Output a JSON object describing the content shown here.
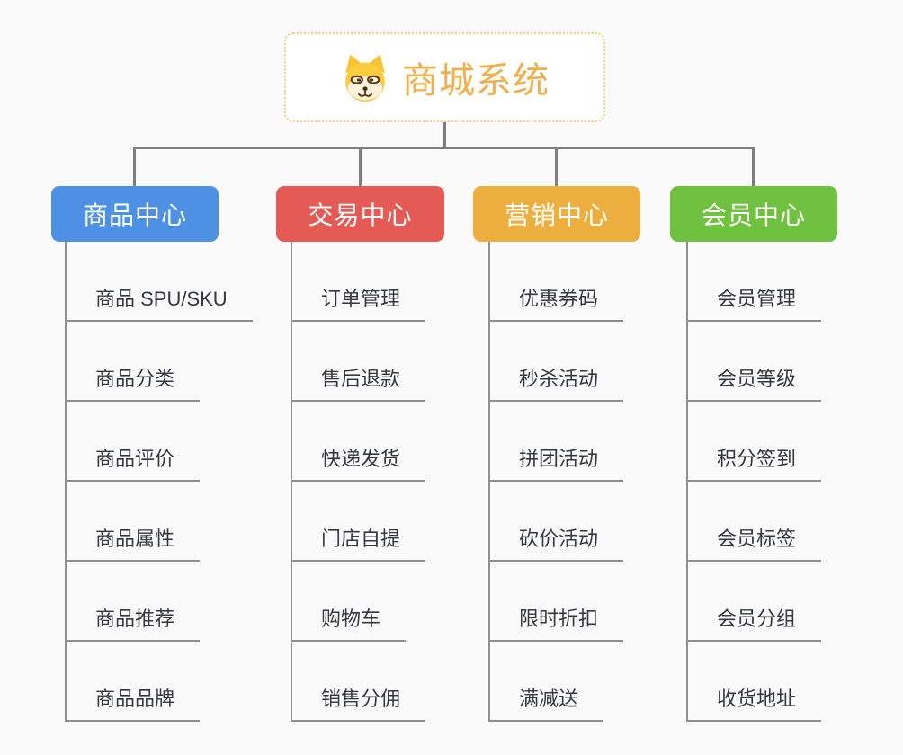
{
  "root": {
    "title": "商城系统",
    "icon": "dog-icon"
  },
  "colors": {
    "background": "#FAFAFA",
    "root_accent": "#F2AE4B",
    "root_border": "#F7CD86",
    "connector": "#7F7F7F",
    "leaf_line": "#8F8F8F",
    "leaf_text": "#343940",
    "branch_text": "#FFFFFF"
  },
  "branches": [
    {
      "label": "商品中心",
      "color": "#4E90E4",
      "items": [
        "商品 SPU/SKU",
        "商品分类",
        "商品评价",
        "商品属性",
        "商品推荐",
        "商品品牌"
      ]
    },
    {
      "label": "交易中心",
      "color": "#E45B56",
      "items": [
        "订单管理",
        "售后退款",
        "快递发货",
        "门店自提",
        "购物车",
        "销售分佣"
      ]
    },
    {
      "label": "营销中心",
      "color": "#EBAE3F",
      "items": [
        "优惠券码",
        "秒杀活动",
        "拼团活动",
        "砍价活动",
        "限时折扣",
        "满减送"
      ]
    },
    {
      "label": "会员中心",
      "color": "#6FC13F",
      "items": [
        "会员管理",
        "会员等级",
        "积分签到",
        "会员标签",
        "会员分组",
        "收货地址"
      ]
    }
  ]
}
